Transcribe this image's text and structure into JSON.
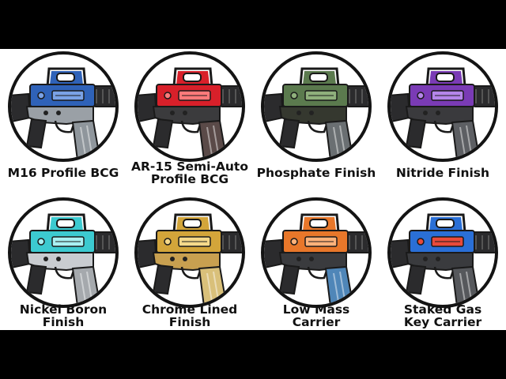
{
  "items": [
    {
      "line1": "M16 Profile BCG",
      "line2": "",
      "color": "#2f62b8",
      "hi": "#7aa2e6",
      "lower": "#9aa0a6",
      "mag": "#8f969c"
    },
    {
      "line1": "AR-15 Semi-Auto",
      "line2": "Profile BCG",
      "color": "#d8202a",
      "hi": "#ff7a7a",
      "lower": "#3b3b3d",
      "mag": "#5a4a48"
    },
    {
      "line1": "Phosphate Finish",
      "line2": "",
      "color": "#5b7a4e",
      "hi": "#8fb07c",
      "lower": "#35382f",
      "mag": "#6a6f72"
    },
    {
      "line1": "Nitride Finish",
      "line2": "",
      "color": "#7a3bb5",
      "hi": "#b585ea",
      "lower": "#3a3a3d",
      "mag": "#5d5f63"
    },
    {
      "line1": "Nickel Boron",
      "line2": "Finish",
      "color": "#3ccad0",
      "hi": "#a8f0f2",
      "lower": "#c9ccd0",
      "mag": "#a5a9ad"
    },
    {
      "line1": "Chrome Lined",
      "line2": "Finish",
      "color": "#d3a53a",
      "hi": "#f5d98a",
      "lower": "#c8a050",
      "mag": "#d9c07a"
    },
    {
      "line1": "Low Mass",
      "line2": "Carrier",
      "color": "#e8772a",
      "hi": "#ffb27a",
      "lower": "#3a3b3e",
      "mag": "#4f86b8"
    },
    {
      "line1": "Staked Gas",
      "line2": "Key Carrier",
      "color": "#2a6fd6",
      "hi": "#e84a3a",
      "lower": "#3a3b3e",
      "mag": "#56585c"
    }
  ]
}
